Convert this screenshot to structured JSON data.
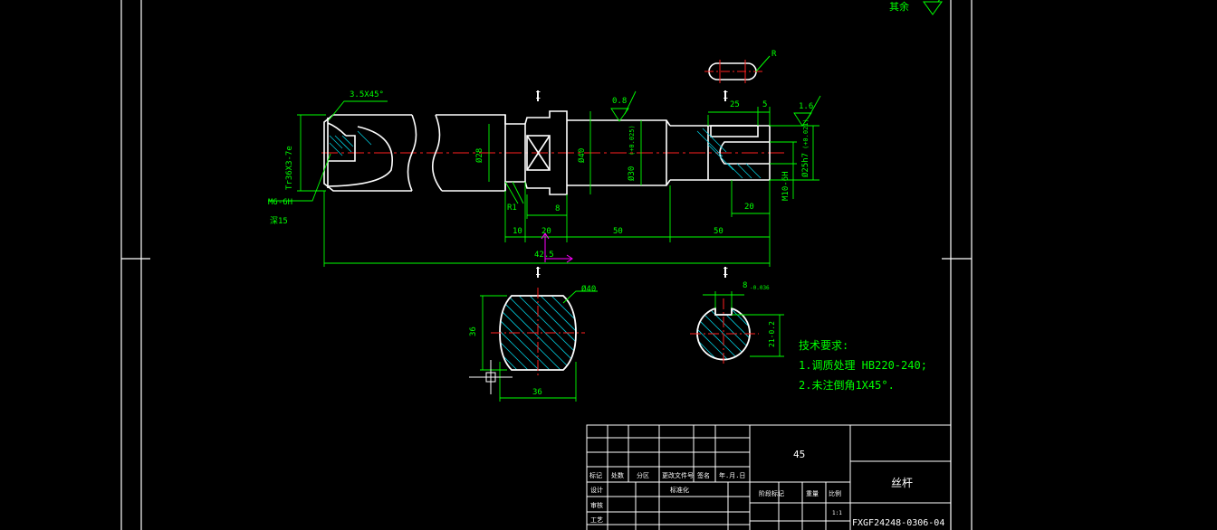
{
  "colors": {
    "background": "#000000",
    "outline": "#ffffff",
    "dimension": "#00ff00",
    "centerline": "#ff2020",
    "hatch": "#00ccdd",
    "ucs": "#ff00ff"
  },
  "surface_note": "其余",
  "section_labels": [
    "I",
    "I",
    "I",
    "I"
  ],
  "dimensions": {
    "chamfer": "3.5X45°",
    "thread": "Tr36X3-7e",
    "tapped_hole": "M6-6H",
    "tapped_depth": "深15",
    "dia_28": "Ø28",
    "dia_40": "Ø40",
    "dia_30": "Ø30",
    "dia_30_tol": "(+0.025)",
    "dia_25": "Ø25h7",
    "dia_25_tol": "(+0.021)",
    "fillet": "R1",
    "key_radius": "R",
    "d10": "10",
    "d20a": "20",
    "d8": "8",
    "d50a": "50",
    "d50b": "50",
    "d42": "42.5",
    "d25": "25",
    "d5": "5",
    "d20b": "20",
    "m10": "M10-6H",
    "rough_08": "0.8",
    "rough_16": "1.6",
    "sec_dia": "Ø40",
    "sec_36a": "36",
    "sec_36b": "36",
    "key_width": "8",
    "key_width_tol": "-0.036",
    "key_depth": "21-0.2"
  },
  "tech": {
    "title": "技术要求:",
    "item1": "1.调质处理 HB220-240;",
    "item2": "2.未注倒角1X45°."
  },
  "titleblock": {
    "headers": [
      "标记",
      "处数",
      "分区",
      "更改文件号",
      "签名",
      "年.月.日"
    ],
    "row_design": "设计",
    "row_std": "标准化",
    "row_check": "审核",
    "row_craft": "工艺",
    "stage_header": [
      "阶段标记",
      "重量",
      "比例"
    ],
    "scale": "1:1",
    "material": "45",
    "part_name": "丝杆",
    "drawing_no": "FXGF24248-0306-04"
  }
}
